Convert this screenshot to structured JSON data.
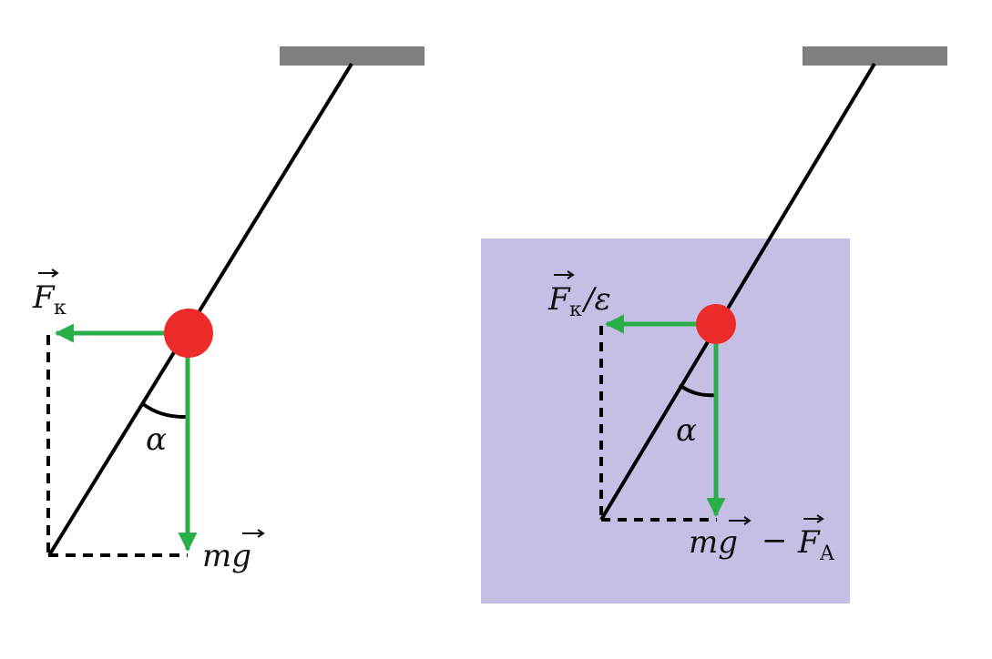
{
  "left": {
    "force_coulomb_label": {
      "symbol": "F",
      "sub": "к"
    },
    "angle_label": "α",
    "weight_label": "mg"
  },
  "right": {
    "force_coulomb_label": {
      "symbol": "F",
      "sub": "к",
      "suffix": "/ε"
    },
    "angle_label": "α",
    "weight_label": {
      "main": "mg",
      "minus": "−",
      "buoy_symbol": "F",
      "buoy_sub": "A"
    }
  },
  "colors": {
    "ceiling": "#7f7f7f",
    "thread": "#000000",
    "ball": "#ee2b2b",
    "force_arrow": "#2aae4a",
    "liquid": "#c6bfe5",
    "dashed": "#000000"
  }
}
